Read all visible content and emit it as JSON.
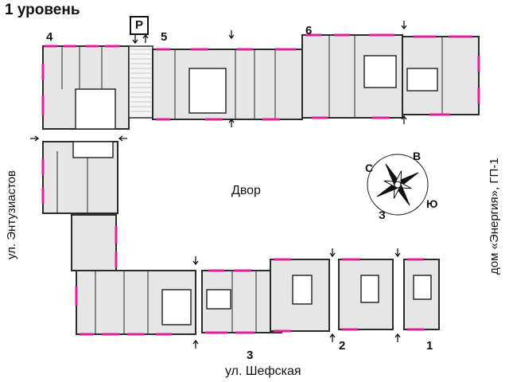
{
  "title": "1 уровень",
  "parking_label": "P",
  "yard_label": "Двор",
  "sections": [
    "1",
    "2",
    "3",
    "4",
    "5",
    "6"
  ],
  "streets": {
    "bottom": "ул. Шефская",
    "left": "ул. Энтузиастов",
    "right": "дом «Энергия», ГП-1"
  },
  "compass": {
    "north": "С",
    "east": "В",
    "south": "Ю",
    "west": "З"
  },
  "colors": {
    "wall": "#2b2b2b",
    "room": "#e6e6e6",
    "core": "#ffffff",
    "window": "#e0209a",
    "line": "#111111"
  }
}
